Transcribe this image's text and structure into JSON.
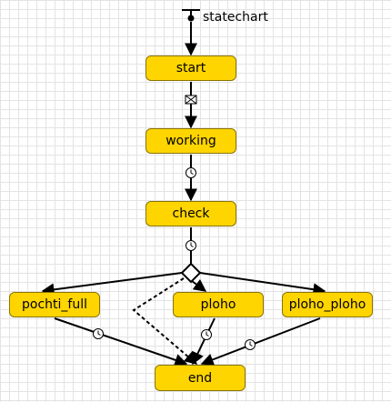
{
  "statechart": {
    "label": "statechart"
  },
  "states": {
    "start": "start",
    "working": "working",
    "check": "check",
    "pochti_full": "pochti_full",
    "ploho": "ploho",
    "ploho_ploho": "ploho_ploho",
    "end": "end"
  },
  "triggers": {
    "start_to_working": "message-icon",
    "working_to_check": "timeout-icon",
    "check_to_branch": "timeout-icon",
    "pochti_full_to_end": "timeout-icon",
    "ploho_to_end": "timeout-icon",
    "ploho_ploho_to_end": "timeout-icon"
  },
  "colors": {
    "state_fill": "#ffd500",
    "state_border": "#8a7400",
    "grid": "#e3e3e3",
    "line": "#000000"
  }
}
